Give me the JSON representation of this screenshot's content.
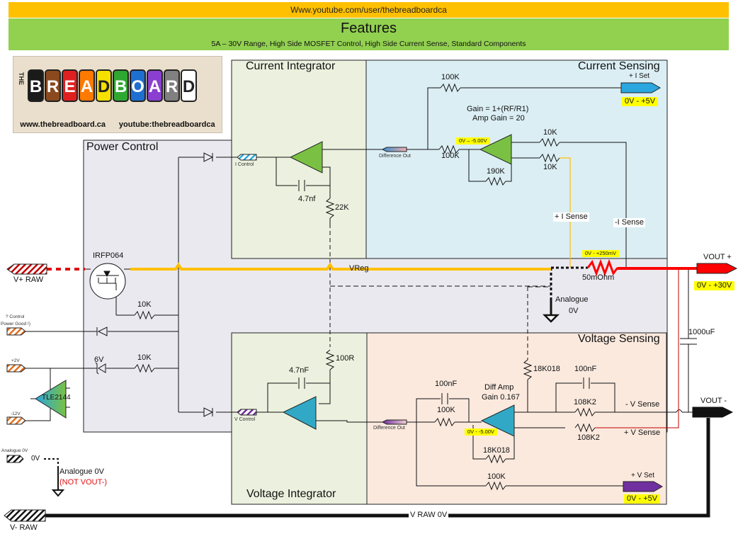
{
  "header": {
    "url": "Www.youtube.com/user/thebreadboardca",
    "title": "Features",
    "subtitle": "5A – 30V Range, High Side MOSFET Control,  High Side Current Sense,   Standard Components"
  },
  "logo": {
    "the": "THE",
    "letters": [
      "B",
      "R",
      "E",
      "A",
      "D",
      "B",
      "O",
      "A",
      "R",
      "D"
    ],
    "letter_colors": [
      "#1a1a1a",
      "#8b4a1e",
      "#e02020",
      "#ff7a00",
      "#f5e000",
      "#2fa832",
      "#1e6fd0",
      "#8a3fd0",
      "#808080",
      "#ffffff"
    ],
    "website": "www.thebreadboard.ca",
    "youtube": "youtube:thebreadboardca"
  },
  "sections": {
    "power_control": "Power Control",
    "current_integrator": "Current Integrator",
    "current_sensing": "Current Sensing",
    "voltage_sensing": "Voltage Sensing",
    "voltage_integrator": "Voltage Integrator"
  },
  "colors": {
    "current_integrator_bg": "#ebf1de",
    "current_sensing_bg": "#dbeef4",
    "power_control_bg": "#ebe9f0",
    "voltage_sensing_bg": "#fbe9de",
    "voltage_integrator_bg": "#ebf1de",
    "vreg_wire": "#ffc000",
    "vout_pos_wire": "#ff0000",
    "opamp_green": "#7ac143",
    "opamp_blue": "#31a9c6",
    "i_set_connector": "#2aa7df",
    "v_set_connector": "#7030a0",
    "highlight": "#ffff00"
  },
  "current_sensing": {
    "r_top": "100K",
    "i_set_label": "+ I Set",
    "i_set_range": "0V - +5V",
    "gain_formula": "Gain = 1+(RF/R1)",
    "amp_gain": "Amp Gain = 20",
    "opamp_range": "0V – -5.00V",
    "r_in": "100K",
    "r_feedback": "190K",
    "r_plus": "10K",
    "r_minus": "10K",
    "diff_out": "Difference Out",
    "plus_i_sense": "+ I Sense",
    "minus_i_sense": "-I Sense"
  },
  "current_integrator": {
    "i_control": "I Control",
    "cap": "4.7nf",
    "resistor": "22K"
  },
  "power_control": {
    "mosfet": "IRFP064",
    "r_gate": "10K",
    "r_zener": "10K",
    "zener": "6V",
    "v_raw_pos": "V+ RAW",
    "control_label_1": "? Control",
    "control_label_2": "Power Good !)",
    "plus_2v": "+2V",
    "minus_12v": "-12V",
    "tle": "TLE2144"
  },
  "power_path": {
    "vreg": "VReg",
    "shunt_range": "0V - +250mV",
    "shunt": "50mOhm",
    "analogue_0v": "Analogue",
    "analogue_0v_2": "0V",
    "vout_pos": "VOUT +",
    "vout_pos_range": "0V - +30V",
    "cap_out": "1000uF",
    "vout_neg": "VOUT -"
  },
  "voltage_integrator": {
    "v_control": "V Control",
    "cap": "4.7nF",
    "resistor": "100R"
  },
  "voltage_sensing": {
    "r_divider": "18K018",
    "cap_right": "100nF",
    "cap_left": "100nF",
    "diff_amp": "Diff Amp",
    "gain": "Gain 0.167",
    "r_in": "100K",
    "r_top_right": "108K2",
    "r_bottom_right": "108K2",
    "minus_v_sense": "- V Sense",
    "plus_v_sense": "+ V Sense",
    "opamp_range": "0V - -5.00V",
    "r_feedback": "18K018",
    "r_set": "100K",
    "v_set_label": "+ V Set",
    "v_set_range": "0V - +5V",
    "diff_out": "Difference Out"
  },
  "bottom": {
    "analogue_0v_small": "Analogue 0V",
    "zero_v": "0V",
    "analogue_0v": "Analogue 0V",
    "not_vout": "(NOT VOUT-)",
    "v_raw_neg": "V- RAW",
    "v_raw_0v": "V RAW 0V"
  }
}
